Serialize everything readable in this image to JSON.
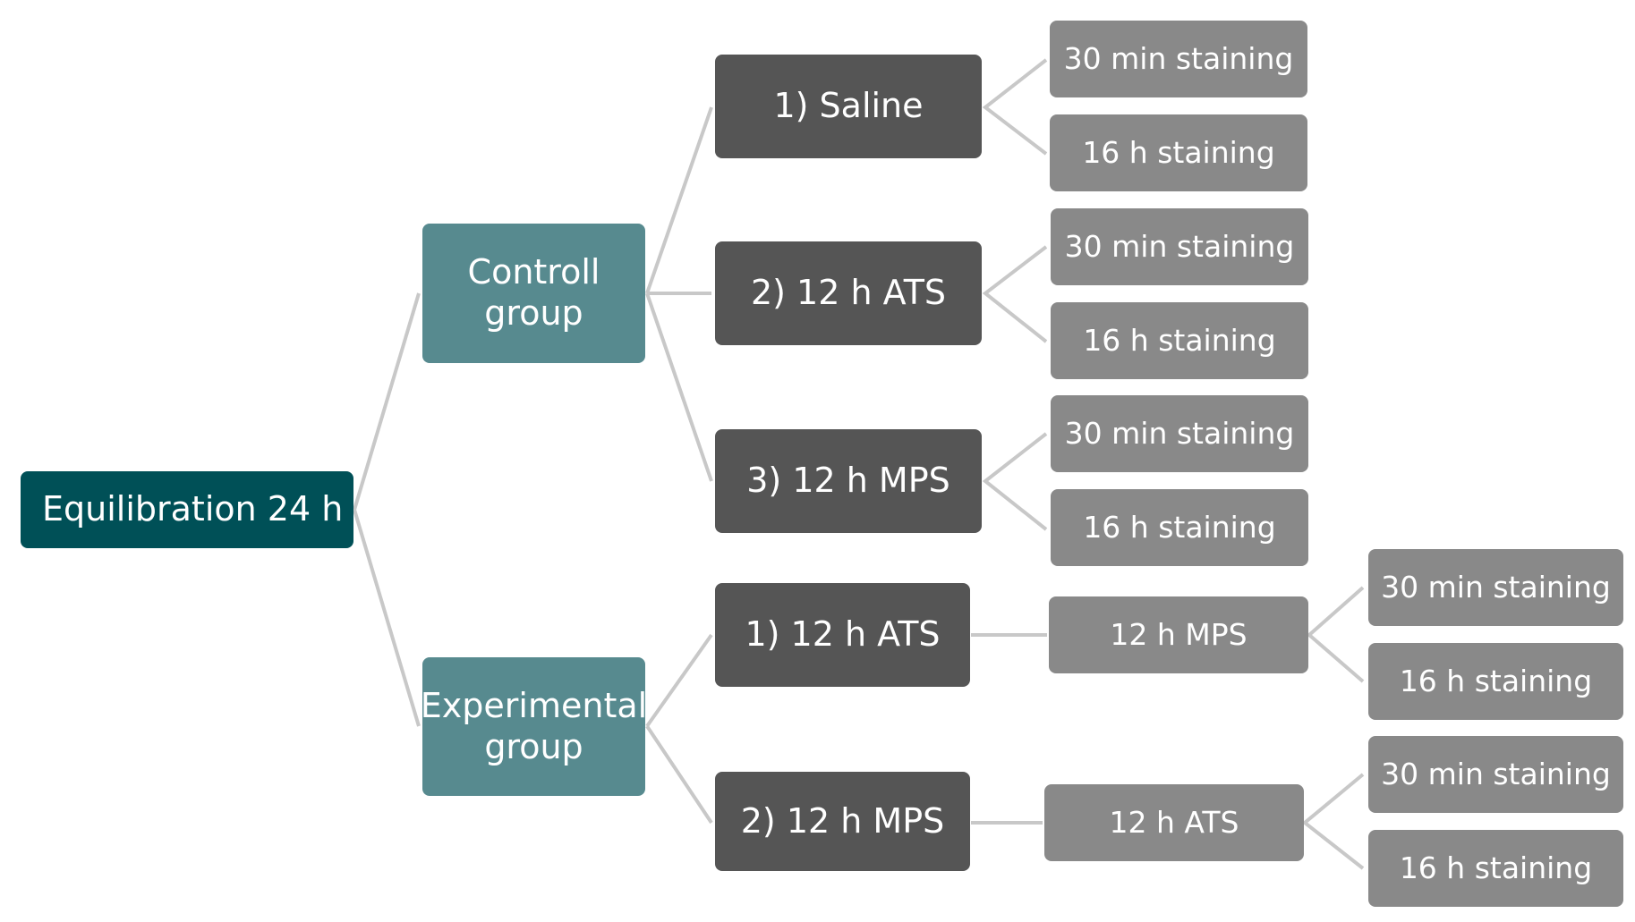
{
  "colors": {
    "root": "#005057",
    "group": "#578a8f",
    "condition": "#555555",
    "step": "#898989",
    "connector": "#c8c8c8"
  },
  "root": {
    "label": "Equilibration 24 h"
  },
  "control_group": {
    "label": "Controll\ngroup",
    "conditions": [
      {
        "label": "1) Saline",
        "stainings": [
          "30 min staining",
          "16 h staining"
        ]
      },
      {
        "label": "2) 12 h ATS",
        "stainings": [
          "30 min staining",
          "16 h staining"
        ]
      },
      {
        "label": "3) 12 h MPS",
        "stainings": [
          "30 min staining",
          "16 h staining"
        ]
      }
    ]
  },
  "experimental_group": {
    "label": "Experimental\ngroup",
    "conditions": [
      {
        "label": "1) 12 h ATS",
        "next_step": "12 h MPS",
        "stainings": [
          "30 min staining",
          "16 h staining"
        ]
      },
      {
        "label": "2) 12  h MPS",
        "next_step": "12 h ATS",
        "stainings": [
          "30 min staining",
          "16 h staining"
        ]
      }
    ]
  }
}
